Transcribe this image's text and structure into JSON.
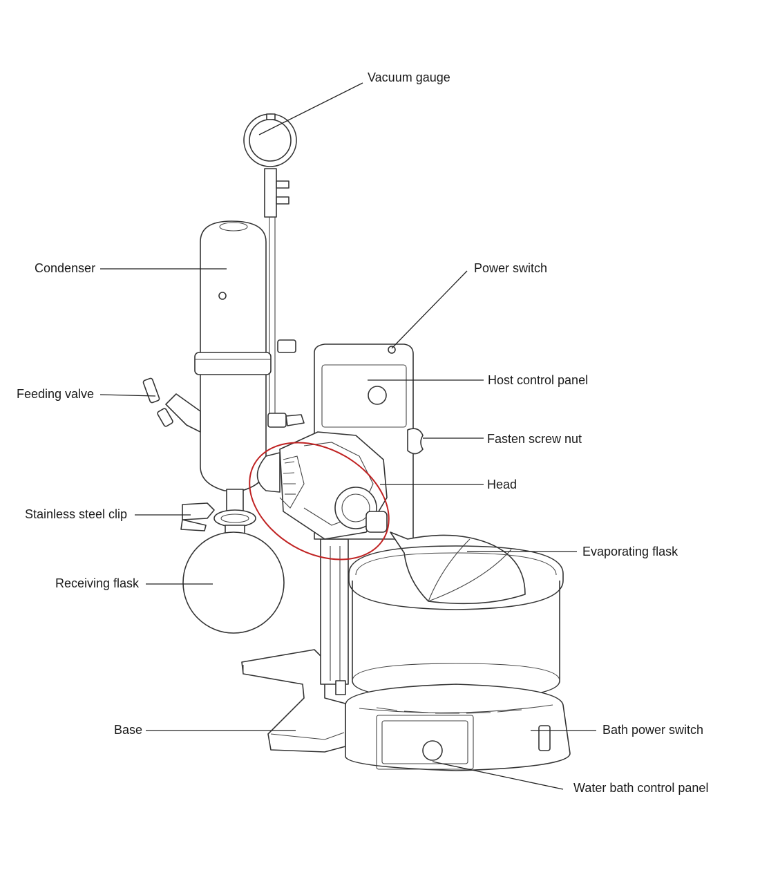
{
  "diagram": {
    "labels": {
      "vacuum_gauge": "Vacuum gauge",
      "condenser": "Condenser",
      "power_switch": "Power switch",
      "host_control_panel": "Host control panel",
      "feeding_valve": "Feeding valve",
      "fasten_screw_nut": "Fasten screw nut",
      "head": "Head",
      "stainless_steel_clip": "Stainless steel clip",
      "evaporating_flask": "Evaporating flask",
      "receiving_flask": "Receiving flask",
      "base": "Base",
      "bath_power_switch": "Bath power switch",
      "water_bath_control_panel": "Water bath control panel"
    },
    "colors": {
      "line": "#222222",
      "highlight": "#c02222",
      "background": "#ffffff"
    }
  }
}
